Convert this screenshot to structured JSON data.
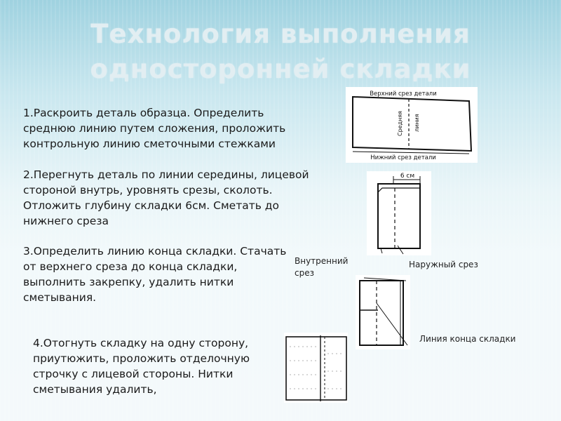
{
  "slide": {
    "title": "Технология выполнения односторонней складки",
    "steps": [
      "1.Раскроить деталь образца. Определить среднюю линию путем сложения, проложить контрольную линию сметочными стежками",
      "2.Перегнуть деталь по линии середины, лицевой стороной внутрь, уровнять срезы, сколоть. Отложить глубину складки 6см. Сметать до нижнего среза",
      "3.Определить линию конца складки. Стачать от верхнего среза до конца складки, выполнить закрепку, удалить нитки сметывания.",
      "4.Отогнуть складку на одну сторону, приутюжить, проложить отделочную строчку с лицевой стороны. Нитки сметывания удалить,"
    ],
    "captions": {
      "inner_cut": "Внутренний\nсрез",
      "outer_cut": "Наружный срез",
      "fold_end_line": "Линия конца складки"
    },
    "figure1": {
      "top_edge": "Верхний срез детали",
      "bottom_edge": "Нижний срез детали",
      "middle_line_1": "Средняя",
      "middle_line_2": "линия"
    },
    "figure2": {
      "depth": "6 см"
    }
  }
}
